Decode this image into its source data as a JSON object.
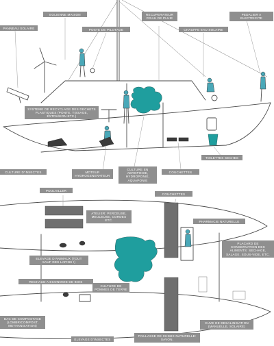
{
  "labels": {
    "eolienne": "EOLIENNE MAISON",
    "recuperateur": "RECUPERATEUR D'EAU DE PLUIE",
    "pedalier": "PEDALIER A ELECTRICITE",
    "panneau": "PANNEAU SOLAIRE",
    "poste": "POSTE DE PILOTAGE",
    "chauffe": "CHAUFFE EAU SOLAIRE",
    "recyclage": "SYSTEME DE RECYCLAGE DES DECHETS PLASTIQUES (PONTE, TISSAGE, EXTRUSION ETC.)",
    "culture_insectes": "CULTURE D'INSECTES",
    "moteur": "MOTEUR HYDROGENERATEUR",
    "culture_aero": "CULTURE EN AEROPONIE, HYDROPONIE, AQUAPONIE",
    "couchettes_top": "COUCHETTES",
    "toilettes": "TOILETTES SECHES",
    "poulailler": "POULAILLER",
    "couchettes_bot": "COUCHETTES",
    "atelier": "ATELIER: PERCEUSE, MEULEUSE, CORDES ETC.",
    "pharmacie": "PHARMACIE NATURELLE",
    "elevage": "ELEVAGE D'ANIMAUX (TOUT SAUF DES LAPINS !)",
    "placard": "PLACARD DE CONSERVATION DES ALIMENTS: SECHAGE, SALAGE, SOUS-VIDE, ETC.",
    "rechaud": "RECHAUD A ECONOMIE DE BOIS",
    "pommes": "CULTURE DE POMMES DE TERRE",
    "compost": "BAC DE COMPOSTAGE (LOMBRICOMPOST, METHANISATION)",
    "desalinisation": "CUVE DE DESALINISATION (MANUELLE, SOLAIRE)",
    "elevage_insectes": "ELEVAGE D'INSECTES",
    "paillasse": "PAILLASSE DE CHIMIE NATURELLE: SAVON,"
  },
  "colors": {
    "label_bg": "#8f8f8f",
    "label_text": "#ffffff",
    "plant": "#1f9e9e",
    "figure": "#4aa8b8",
    "ink": "#4a4a4a"
  }
}
